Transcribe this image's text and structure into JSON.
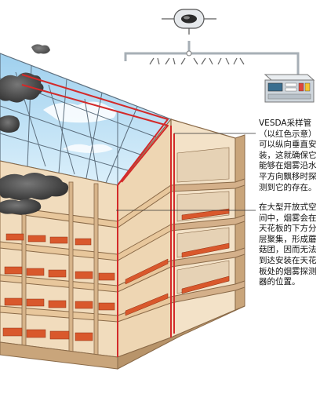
{
  "callouts": {
    "vesda_note": {
      "lines": [
        "VESDA采样管",
        "（以红色示意）",
        "可以纵向垂直安",
        "装，这就确保它",
        "能够在烟雾沿水",
        "平方向飘移时探",
        "测到它的存在。"
      ]
    },
    "space_note": {
      "lines": [
        "在大型开放式空",
        "间中，烟雾会在",
        "天花板的下方分",
        "层聚集，形成蘑",
        "菇团，因而无法",
        "到达安装在天花",
        "板处的烟雾探测",
        "器的位置。"
      ]
    }
  },
  "colors": {
    "sampling_pipe": "#d32a2a",
    "floor_slab": "#e8c79c",
    "building_wall": "#c9a57b",
    "roof_glass": "#bfe0f3",
    "smoke": "#4a4a4a",
    "detector_unit": "#cfd6dc",
    "stored_goods": "#d9582c"
  },
  "icons": [
    "sampling-head-icon",
    "vesda-detector-unit-icon",
    "smoke-plume-icon"
  ]
}
